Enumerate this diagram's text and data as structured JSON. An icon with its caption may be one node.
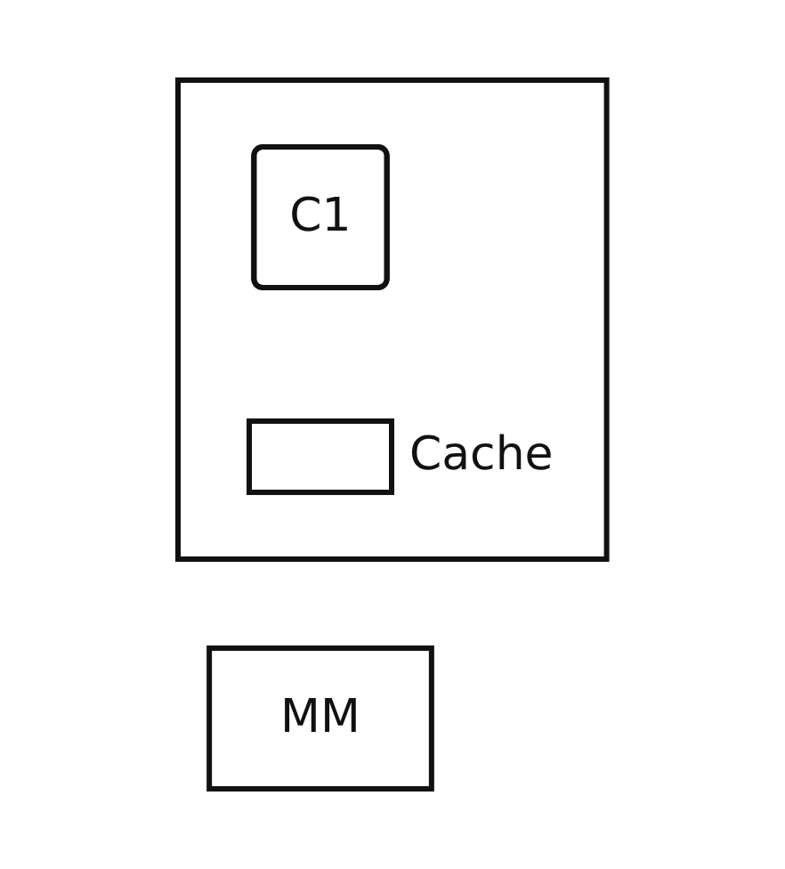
{
  "diagram": {
    "nodes": [
      {
        "text": [],
        "shape": "box"
      },
      {
        "text": [
          "C1"
        ],
        "in": 0
      },
      {
        "text": [],
        "shape": "box",
        "in": 0,
        "beside": [
          "Cache"
        ]
      },
      {
        "text": [
          "MM"
        ]
      }
    ],
    "edges": []
  }
}
